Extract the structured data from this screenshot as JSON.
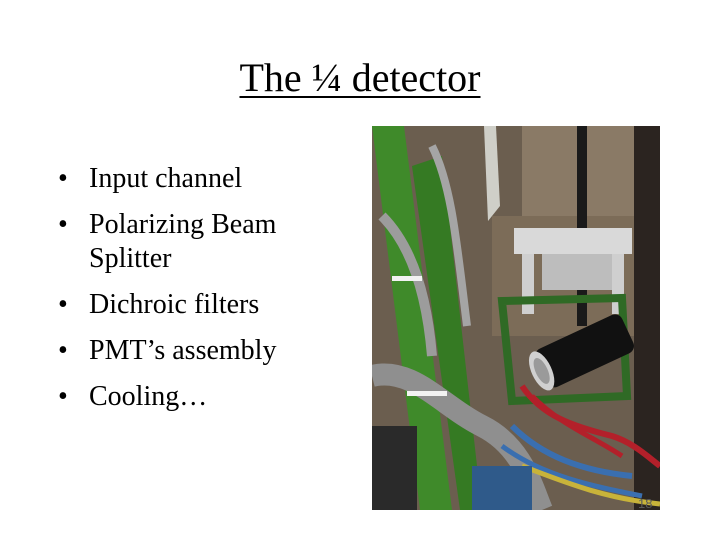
{
  "title": "The ¼ detector",
  "bullets": [
    "Input channel",
    "Polarizing Beam Splitter",
    "Dichroic filters",
    "PMT’s assembly",
    "Cooling…"
  ],
  "bullet_glyph": "•",
  "page_number": "18",
  "photo": {
    "icon": "detector-assembly-photo",
    "colors": {
      "background": "#6b5e4f",
      "frame_green": "#3f8a2a",
      "cable_gray": "#8f8f8f",
      "pmt_black": "#111111",
      "cable_red": "#b3202a",
      "cable_blue": "#3a6fb0",
      "cable_yellow": "#c8b33a",
      "bracket_white": "#d9d9d9"
    }
  }
}
